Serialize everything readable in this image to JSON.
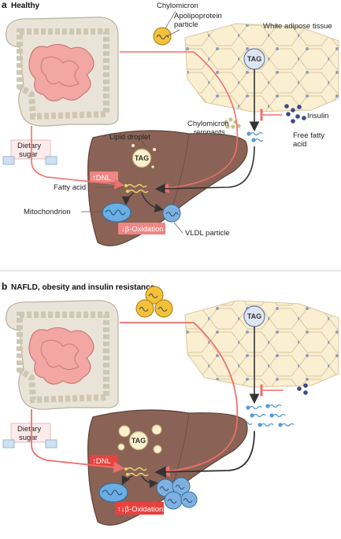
{
  "panel_a": {
    "letter": "a",
    "title": "Healthy",
    "labels": {
      "chylomicron": "Chylomicron",
      "apolipoprotein": "Apolipoprotein",
      "particle": "particle",
      "white_adipose": "White adipose tissue",
      "tag_adipose": "TAG",
      "insulin": "Insulin",
      "lipid_droplet": "Lipid droplet",
      "tag_liver": "TAG",
      "chylo_remnants_1": "Chylomicron",
      "chylo_remnants_2": "remnants",
      "free_fatty_1": "Free fatty",
      "free_fatty_2": "acid",
      "dietary_1": "Dietary",
      "dietary_2": "sugar",
      "dnl": "↑DNL",
      "fatty_acid": "Fatty acid",
      "mitochondrion": "Mitochondrion",
      "beta_ox": "↓β-Oxidation",
      "vldl": "VLDL particle"
    }
  },
  "panel_b": {
    "letter": "b",
    "title": "NAFLD, obesity and insulin resistance",
    "labels": {
      "tag_adipose": "TAG",
      "tag_liver": "TAG",
      "dietary_1": "Dietary",
      "dietary_2": "sugar",
      "dnl": "↑DNL",
      "beta_ox": "↑↓β-Oxidation"
    }
  },
  "colors": {
    "intestine_outer": "#eae4d8",
    "intestine_inner": "#f2a7a4",
    "liver": "#8a6356",
    "adipose": "#fbefd2",
    "arrow_red": "#ee6f6c",
    "arrow_dark": "#333333",
    "particle_blue": "#5b9bd5",
    "chylomicron_yellow": "#f3c23a"
  }
}
